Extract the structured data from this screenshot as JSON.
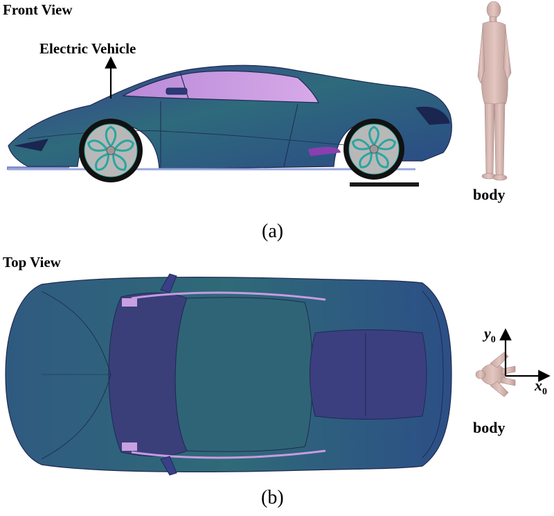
{
  "panel_a": {
    "title": "Front View",
    "vehicle_label": "Electric Vehicle",
    "body_label": "body",
    "caption": "(a)"
  },
  "panel_b": {
    "title": "Top View",
    "body_label": "body",
    "caption": "(b)",
    "axis_y_base": "y",
    "axis_y_sub": "0",
    "axis_x_base": "x",
    "axis_x_sub": "0"
  },
  "colors": {
    "car_body": "#2f5a7a",
    "car_shade": "#3a3f8a",
    "window_tint": "#c89ae0",
    "wheel_spoke": "#2aa6a0",
    "wheel_rim": "#b8b8b8",
    "human_body": "#d9b8b2"
  }
}
